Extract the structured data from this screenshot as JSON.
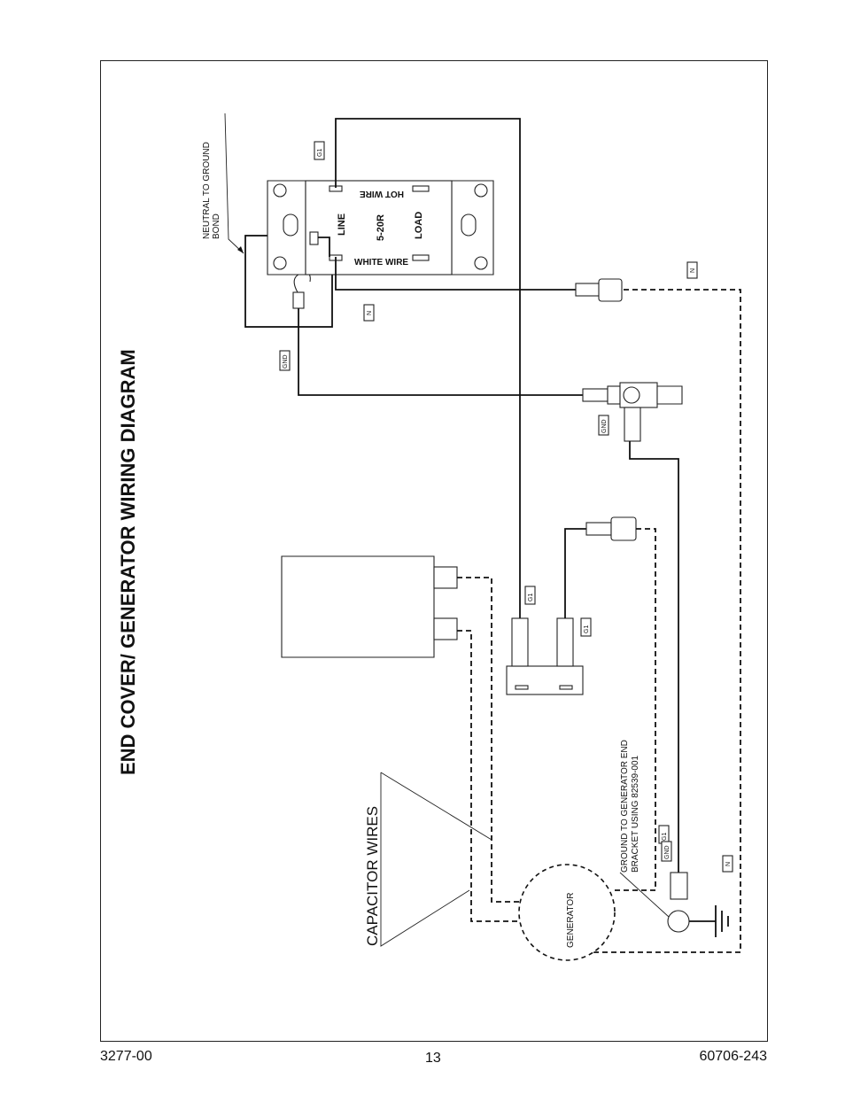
{
  "title": "END COVER/ GENERATOR WIRING DIAGRAM",
  "labels": {
    "neutral_bond_line1": "NEUTRAL TO GROUND",
    "neutral_bond_line2": "BOND",
    "hot_wire": "HOT WIRE",
    "white_wire": "WHITE WIRE",
    "line": "LINE",
    "receptacle": "5-20R",
    "load": "LOAD",
    "capacitor_wires": "CAPACITOR WIRES",
    "generator": "GENERATOR",
    "ground_note_line1": "GROUND TO GENERATOR END",
    "ground_note_line2": "BRACKET USING 82539-001"
  },
  "wire_tags": {
    "g1": "G1",
    "n": "N",
    "gnd": "GND"
  },
  "footer": {
    "doc_left": "3277-00",
    "page_number": "13",
    "doc_right": "60706-243"
  }
}
